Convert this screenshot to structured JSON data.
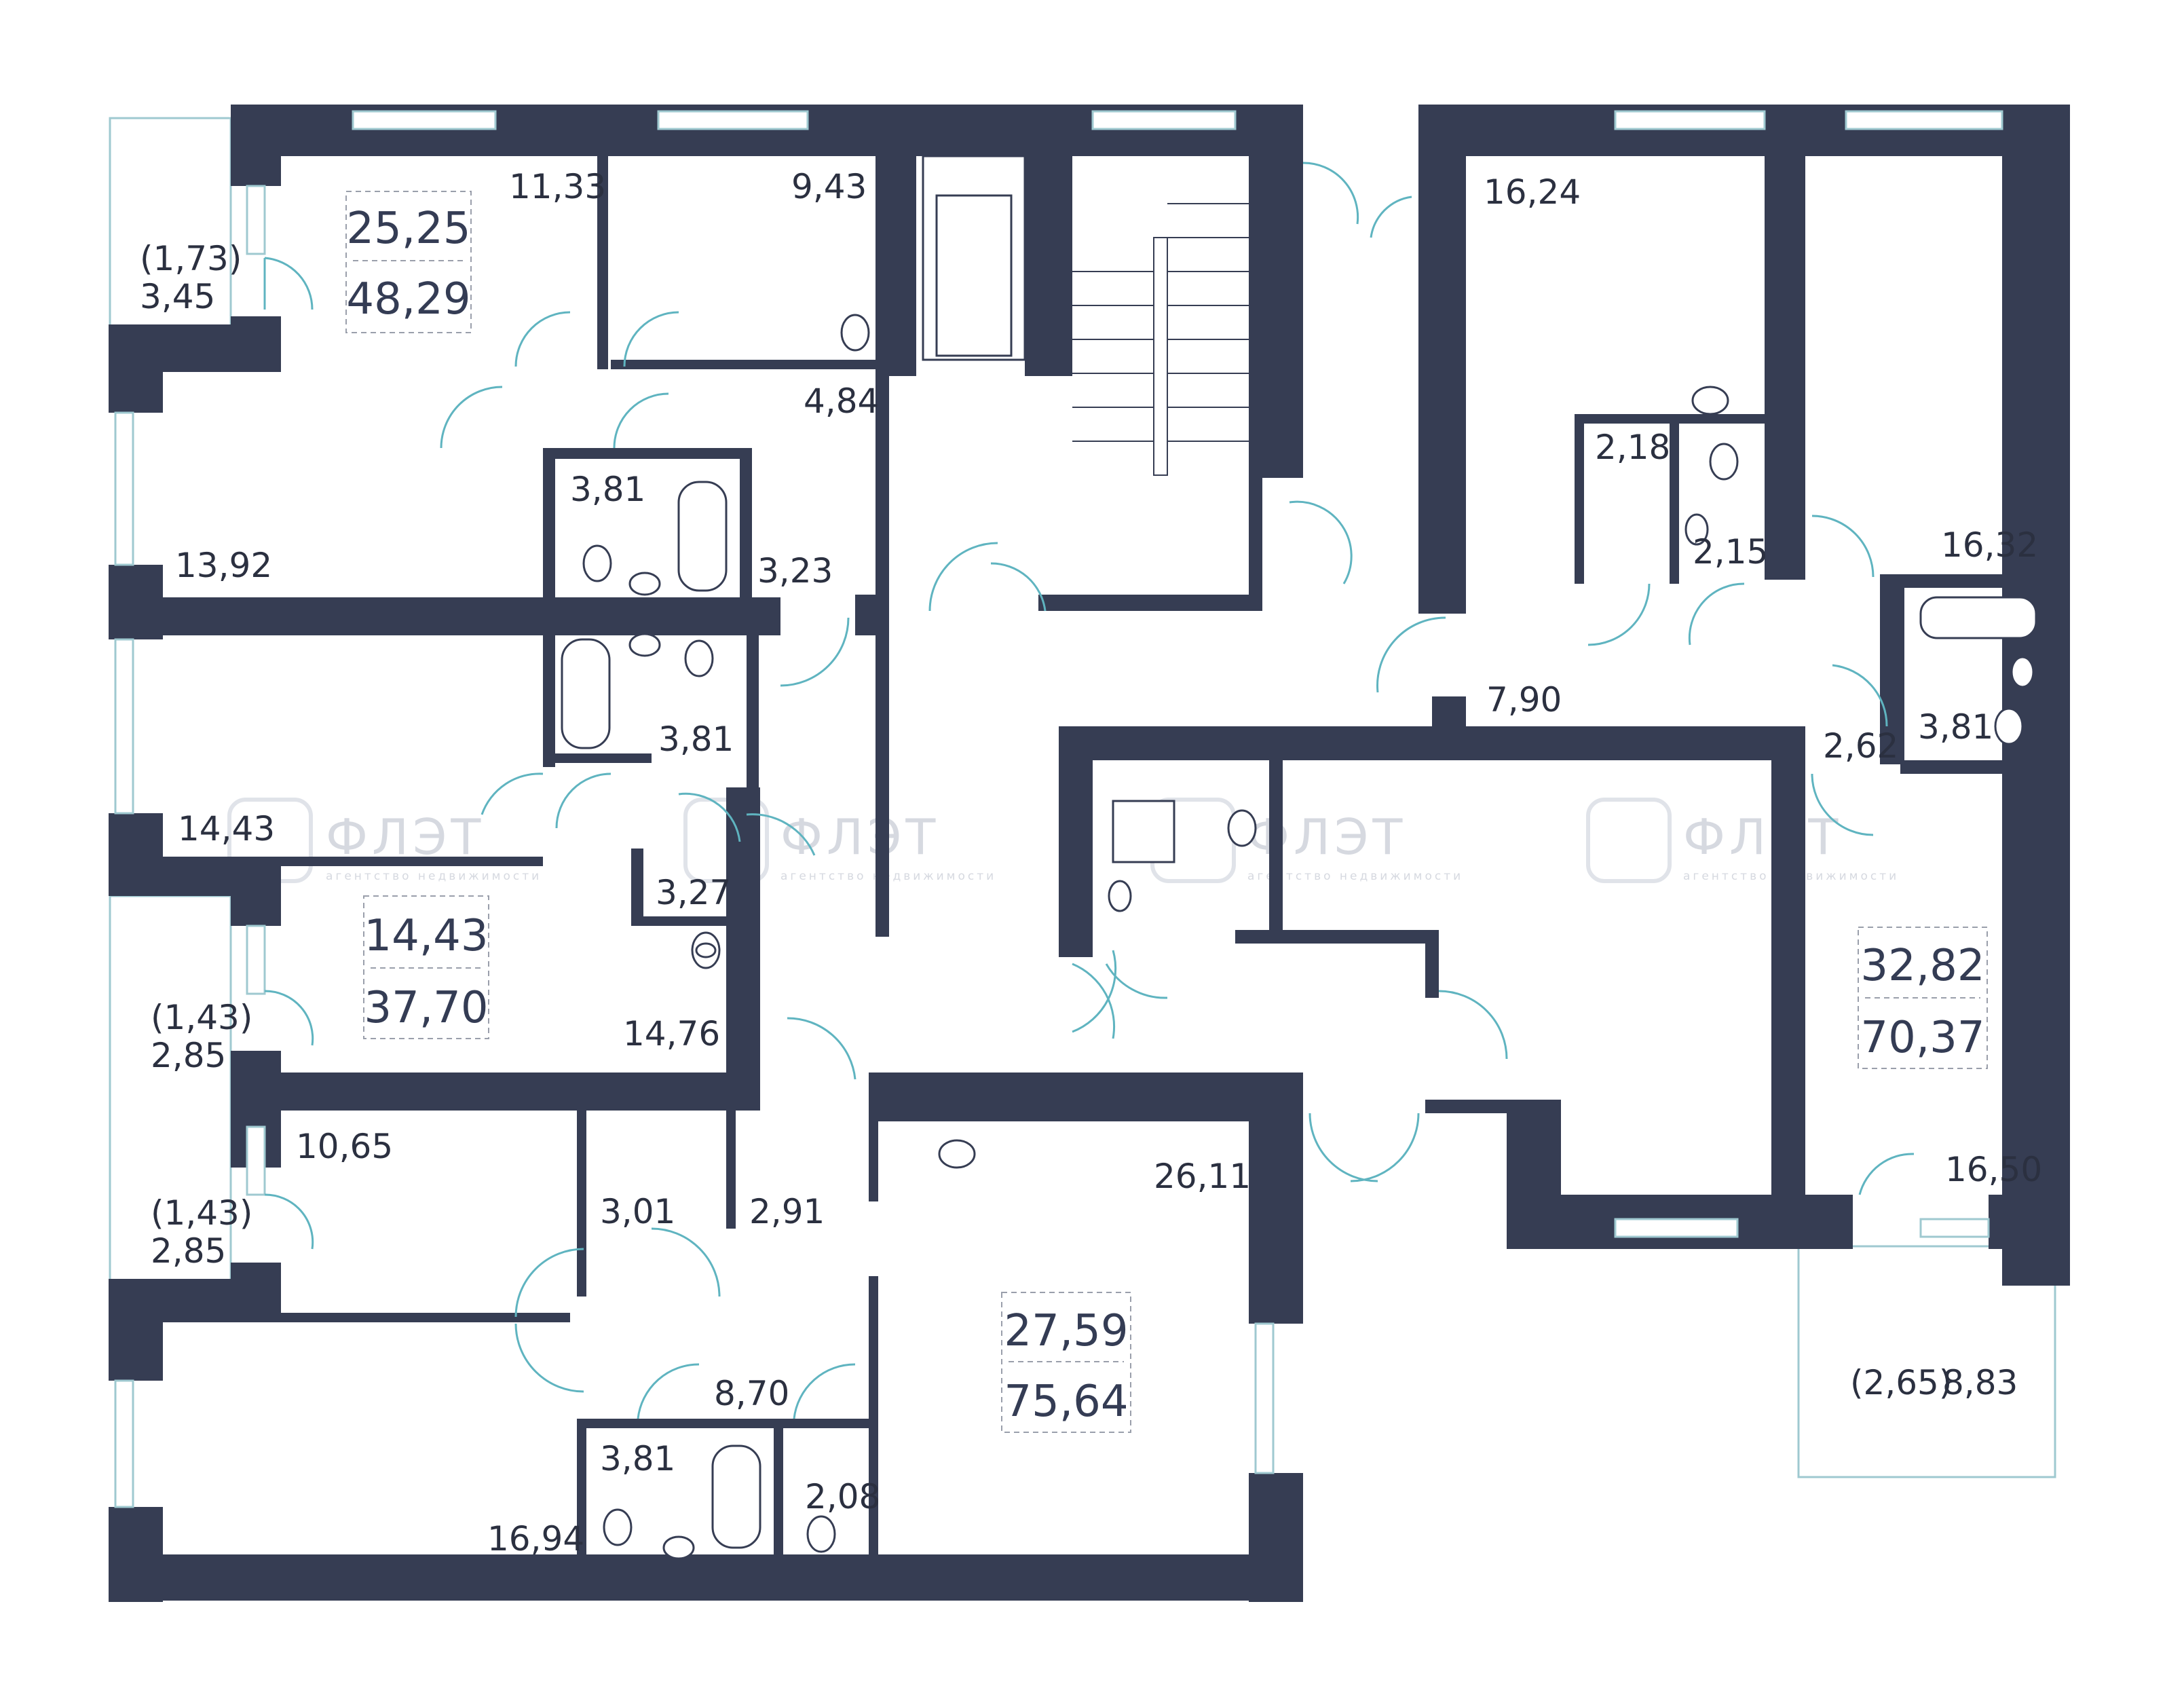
{
  "watermark": {
    "brand": "ФЛЭТ",
    "tagline": "агентство недвижимости",
    "icon": "flat-logo-icon"
  },
  "apartments": [
    {
      "living": "25,25",
      "total": "48,29"
    },
    {
      "living": "14,43",
      "total": "37,70"
    },
    {
      "living": "27,59",
      "total": "75,64"
    },
    {
      "living": "32,82",
      "total": "70,37"
    }
  ],
  "rooms": [
    "11,33",
    "9,43",
    "4,84",
    "3,81",
    "3,23",
    "13,92",
    "3,81",
    "14,43",
    "3,27",
    "14,76",
    "10,65",
    "3,01",
    "2,91",
    "26,11",
    "8,70",
    "3,81",
    "2,08",
    "16,94",
    "16,24",
    "2,18",
    "2,15",
    "16,32",
    "7,90",
    "2,62",
    "3,81",
    "16,50"
  ],
  "balconies": [
    {
      "coef": "(1,73)",
      "area": "3,45"
    },
    {
      "coef": "(1,43)",
      "area": "2,85"
    },
    {
      "coef": "(1,43)",
      "area": "2,85"
    },
    {
      "coef": "(2,65)",
      "area": "8,83"
    }
  ],
  "colors": {
    "wall": "#363d53",
    "door": "#5fb4c0",
    "window": "#9fc9d0",
    "text": "#2b3040"
  }
}
